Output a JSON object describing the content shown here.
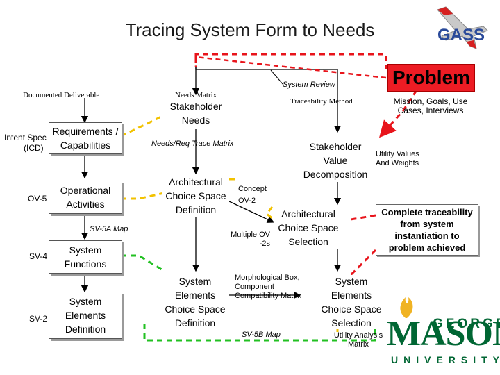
{
  "title": "Tracing System Form to Needs",
  "problem": "Problem",
  "callout": "Complete traceability from system instantiation to problem achieved",
  "logo_gass": "GASS",
  "logo_gmu": {
    "m": "MASON",
    "george": "GEORGE",
    "university": "UNIVERSITY"
  },
  "boxes": {
    "req_cap": "Requirements / Capabilities",
    "op_act": "Operational Activities",
    "sys_func": "System Functions",
    "sys_elem_def": "System Elements Definition",
    "stake_needs": "Stakeholder Needs",
    "arch_def": "Architectural Choice Space Definition",
    "sys_elem_choice": "System Elements Choice Space Definition",
    "stake_value": "Stakeholder Value Decomposition",
    "arch_sel": "Architectural Choice Space Selection",
    "sys_elem_sel": "System Elements Choice Space Selection"
  },
  "labels": {
    "documented": "Documented Deliverable",
    "intent_spec": "Intent Spec",
    "icd": "(ICD)",
    "ov5": "OV-5",
    "sv5a": "SV-5A Map",
    "sv4": "SV-4",
    "sv2": "SV-2",
    "needs_matrix": "Needs Matrix",
    "system_review": "System Review",
    "traceability_method": "Traceability Method",
    "mission_goals": "Mission, Goals, Use Cases, Interviews",
    "needs_req": "Needs/Req Trace Matrix",
    "utility_values": "Utility Values And Weights",
    "concept": "Concept",
    "ov2": "OV-2",
    "multiple_ov": "Multiple OV -2s",
    "morph": "Morphological Box, Component Compatibility Matrix",
    "sv5b": "SV-5B Map",
    "utility_analysis": "Utility Analysis Matrix"
  },
  "colors": {
    "problem_red": "#ed1c24",
    "dash_red": "#e8141b",
    "dash_yellow": "#f2c200",
    "dash_green": "#22c022",
    "gmu_green": "#006633",
    "gmu_gold": "#f0b323"
  }
}
